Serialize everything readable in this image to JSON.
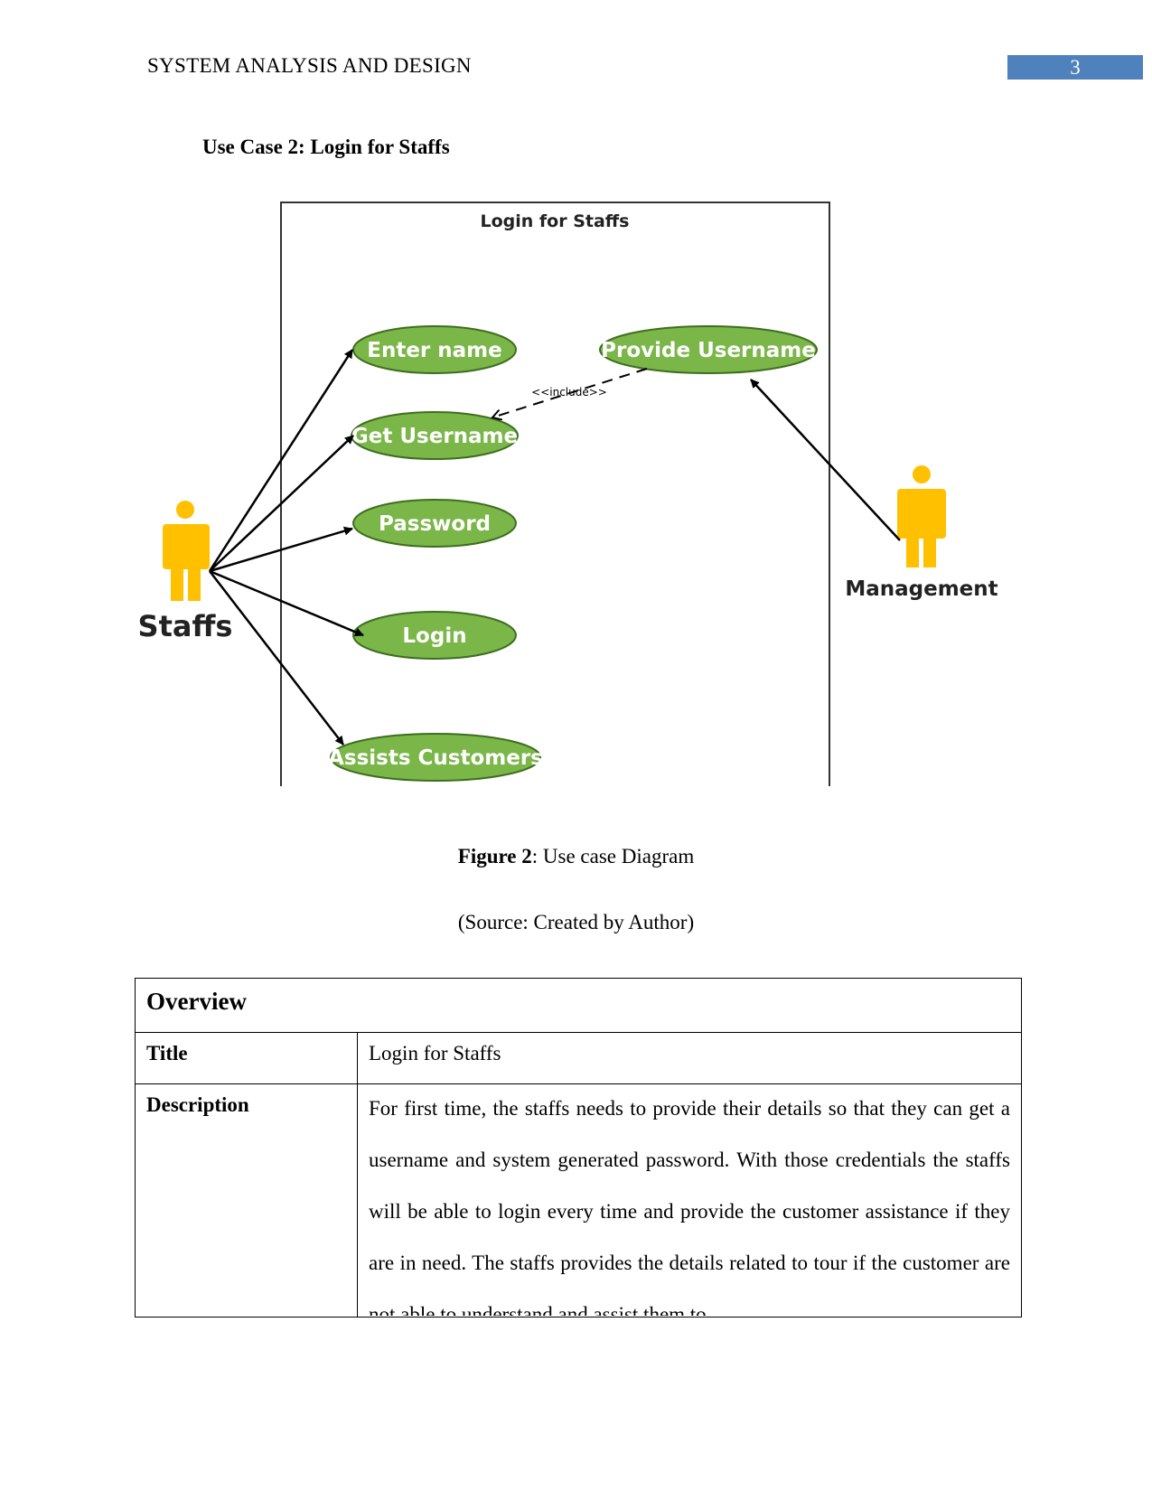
{
  "header": {
    "title": "SYSTEM ANALYSIS AND DESIGN",
    "page_number": "3",
    "page_number_bg": "#4f81bd"
  },
  "section": {
    "heading": "Use Case 2: Login for Staffs"
  },
  "diagram": {
    "system_title": "Login for Staffs",
    "use_cases": [
      "Enter name",
      "Get Username",
      "Password",
      "Login",
      "Assists Customers",
      "Provide Username"
    ],
    "include_label": "<<include>>",
    "actors": {
      "staff": "Staffs",
      "management": "Management"
    },
    "colors": {
      "use_case_fill": "#7ab648",
      "use_case_stroke": "#3e6e1f",
      "actor": "#ffc000"
    }
  },
  "figure": {
    "label": "Figure 2",
    "caption": ": Use case Diagram",
    "source": "(Source: Created by Author)"
  },
  "overview": {
    "heading": "Overview",
    "rows": [
      {
        "label": "Title",
        "value": "Login for Staffs"
      },
      {
        "label": "Description",
        "value": "For first time, the staffs needs to provide their details so that they can get a username and system generated password. With those credentials the staffs will be able to login every time and provide the customer assistance if they are in need. The staffs provides the details related to tour if the customer are not able to understand and assist them to"
      }
    ]
  }
}
